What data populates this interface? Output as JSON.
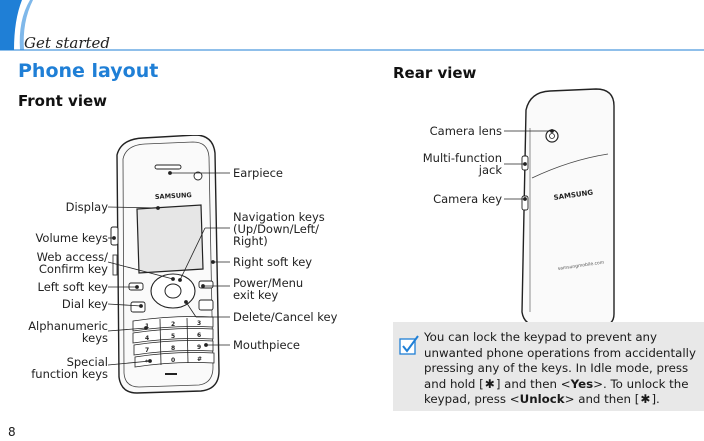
{
  "header": {
    "chapter": "Get started",
    "page_number": "8"
  },
  "section": {
    "title": "Phone layout",
    "front_heading": "Front view",
    "rear_heading": "Rear view"
  },
  "front_labels": {
    "earpiece": "Earpiece",
    "display": "Display",
    "volume_keys": "Volume keys",
    "web_access_1": "Web access/",
    "web_access_2": "Confirm key",
    "left_soft_key": "Left soft key",
    "dial_key": "Dial key",
    "alphanumeric_1": "Alphanumeric",
    "alphanumeric_2": "keys",
    "special_1": "Special",
    "special_2": "function keys",
    "nav_1": "Navigation keys",
    "nav_2": "(Up/Down/Left/",
    "nav_3": "Right)",
    "right_soft_key": "Right soft key",
    "power_1": "Power/Menu",
    "power_2": "exit key",
    "delete_cancel": "Delete/Cancel key",
    "mouthpiece": "Mouthpiece"
  },
  "rear_labels": {
    "camera_lens": "Camera lens",
    "multi_1": "Multi-function",
    "multi_2": "jack",
    "camera_key": "Camera key"
  },
  "phone_branding": {
    "brand": "SAMSUNG",
    "url": "samsungmobile.com"
  },
  "note": {
    "line_1": "You can lock the keypad to prevent any",
    "line_2": "unwanted phone operations from accidentally",
    "line_3a": "pressing any of the keys. In Idle mode, press",
    "line_4a": "and hold [",
    "line_4b": "] and then <",
    "yes": "Yes",
    "line_4c": ">. To unlock the",
    "line_5a": "keypad, press <",
    "unlock": "Unlock",
    "line_5b": "> and then [",
    "line_5c": "].",
    "star_key": "✱"
  },
  "colors": {
    "accent": "#1f7fd6",
    "note_bg": "#e8e8e8"
  }
}
